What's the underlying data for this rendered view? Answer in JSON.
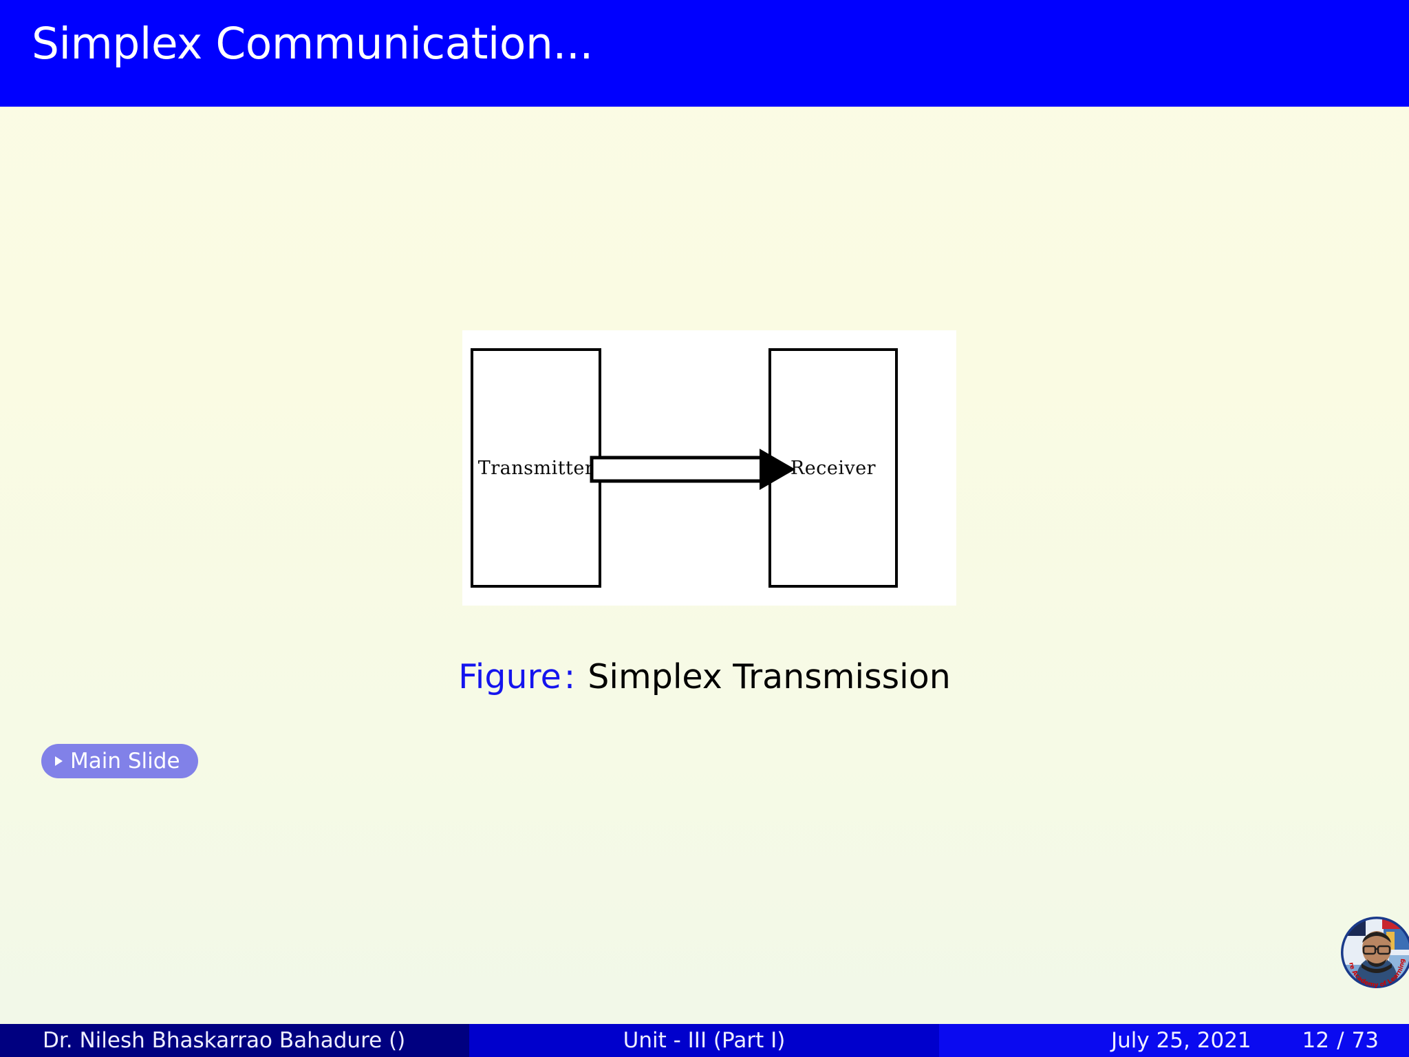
{
  "header": {
    "title": "Simplex Communication...",
    "bar_color": "#0000FF",
    "title_color": "#FFFFFF"
  },
  "slide": {
    "background_top_color": "#FBFBE4",
    "background_bottom_color": "#F1F8E8"
  },
  "figure": {
    "canvas_background": "#FFFFFF",
    "nodes": [
      {
        "id": "transmitter",
        "label": "Transmitter"
      },
      {
        "id": "receiver",
        "label": "Receiver"
      }
    ],
    "connector": {
      "style": "double-line-open-shaft-solid-arrowhead",
      "direction": "left-to-right",
      "color": "#000000"
    },
    "caption": {
      "key": "Figure",
      "separator": ":",
      "text": "Simplex Transmission",
      "key_color": "#1414EE",
      "text_color": "#000000"
    }
  },
  "navigation": {
    "main_slide_button": {
      "label": "Main Slide",
      "bullet_icon": "triangle-right-icon",
      "background_color": "#8181E8",
      "text_color": "#FFFFFF"
    }
  },
  "logo": {
    "name": "bhaskarrao-academy-of-learning-logo",
    "caption_text": "re Academy of Learning",
    "caption_color": "#CC0000"
  },
  "footer": {
    "author": "Dr. Nilesh Bhaskarrao Bahadure  ()",
    "unit": "Unit - III (Part I)",
    "date": "July 25, 2021",
    "page_current": "12",
    "page_separator": "/",
    "page_total": "73",
    "author_bg_color": "#000080",
    "unit_bg_color": "#0000CC",
    "meta_bg_color": "#0A0AF0"
  }
}
